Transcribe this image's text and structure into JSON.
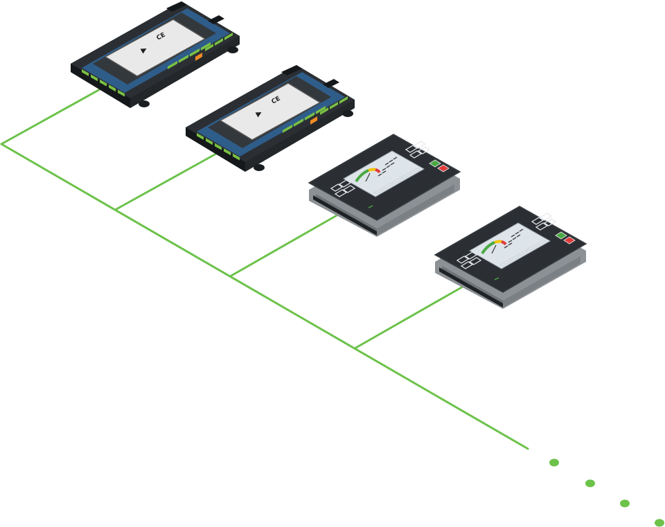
{
  "diagram": {
    "bus_color": "#6cc24a",
    "bus_line_type": "daisy-chain",
    "controllers": [
      {
        "kind": "controller-module",
        "mark": "CE",
        "logo": "triangle-logo"
      },
      {
        "kind": "controller-module",
        "mark": "CE",
        "logo": "triangle-logo"
      }
    ],
    "displays": [
      {
        "kind": "display-panel",
        "led_left": "#49a942",
        "led_right": "#e23b3b"
      },
      {
        "kind": "display-panel",
        "led_left": "#49a942",
        "led_right": "#e23b3b"
      }
    ],
    "continuation": {
      "dots": 4,
      "meaning": "more-devices"
    },
    "colors": {
      "device_body": "#2b2f33",
      "device_edge": "#1a1d20",
      "terminal_green": "#7ac143",
      "terminal_orange": "#f08a24",
      "pcb_blue": "#2f5d8a",
      "label_panel": "#e9e9e9",
      "screen": "#dde4ea",
      "gauge_green": "#49a942",
      "gauge_yellow": "#f2c200",
      "gauge_red": "#e23b3b"
    }
  }
}
